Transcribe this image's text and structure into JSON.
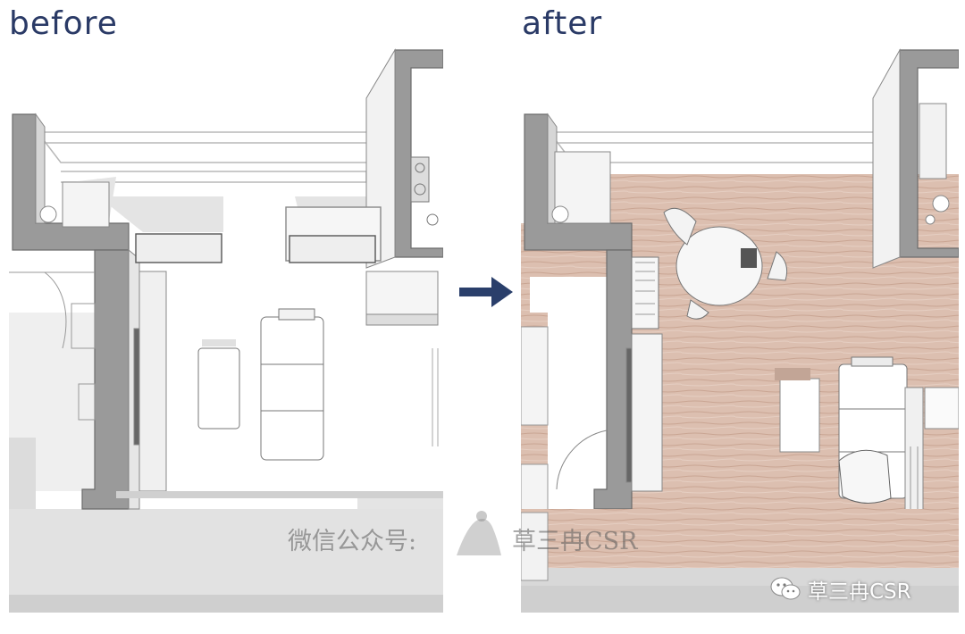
{
  "labels": {
    "before": "before",
    "after": "after"
  },
  "watermark": {
    "left_text": "微信公众号:",
    "right_text": "草三冉CSR"
  },
  "brand": {
    "name": "草三冉CSR",
    "icon": "wechat-icon"
  },
  "colors": {
    "title": "#2a3a66",
    "arrow": "#2a3f6b",
    "wall": "#9a9a9a",
    "floor_wood": "#dcbfb0"
  }
}
